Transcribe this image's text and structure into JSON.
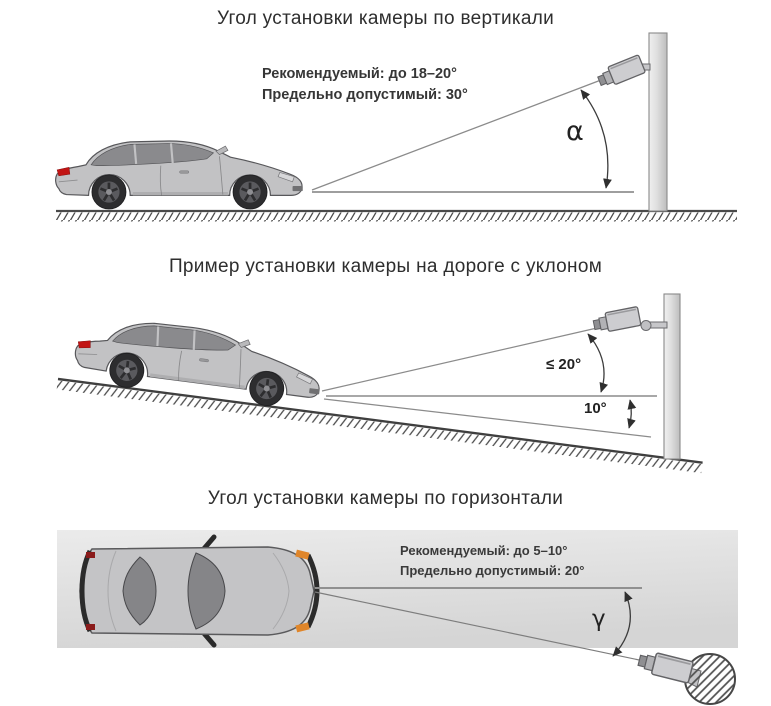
{
  "sections": {
    "vertical": {
      "title": "Угол установки камеры по вертикали",
      "recommended": "Рекомендуемый: до 18–20°",
      "max_allowed": "Предельно допустимый: 30°",
      "angle_symbol": "α"
    },
    "slope": {
      "title": "Пример установки камеры на дороге с уклоном",
      "camera_angle": "≤ 20°",
      "road_grade_angle": "10°"
    },
    "horizontal": {
      "title": "Угол установки камеры по горизонтали",
      "recommended": "Рекомендуемый: до 5–10°",
      "max_allowed": "Предельно допустимый: 20°",
      "angle_symbol": "γ"
    }
  },
  "colors": {
    "car_body": "#c2c2c4",
    "car_outline": "#57575a",
    "window_glass": "#8a8a8d",
    "tail_light": "#c21414",
    "corner_marker": "#e0862a",
    "pole": "#d9d9d9",
    "reference_line": "#8b8b8b",
    "ground": "#4a4a4a",
    "road_band": "#dcdcdc",
    "text": "#2e2e2e"
  }
}
